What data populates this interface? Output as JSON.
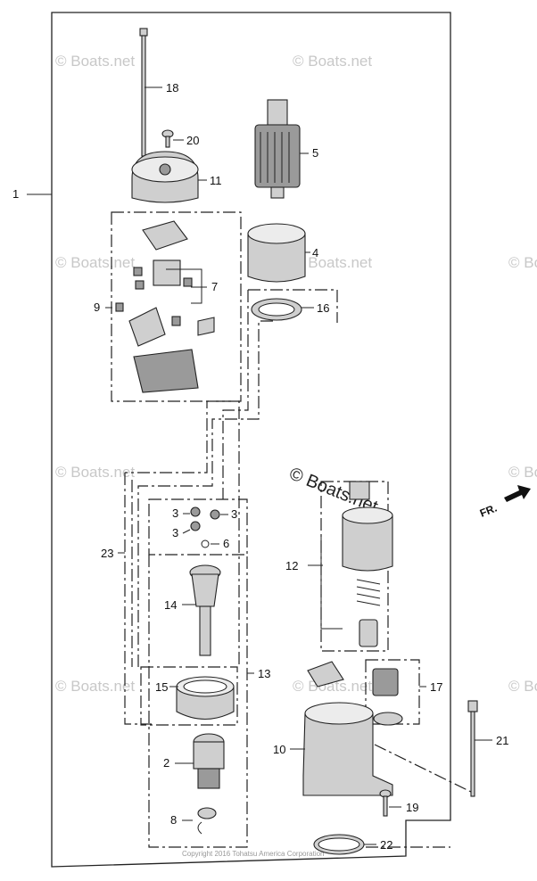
{
  "watermark": {
    "text": "© Boats.net",
    "copyright": "Copyright 2016 Tohatsu America Corporation"
  },
  "direction_label": "FR.",
  "callouts": {
    "c1": "1",
    "c2": "2",
    "c3a": "3",
    "c3b": "3",
    "c3c": "3",
    "c4": "4",
    "c5": "5",
    "c6": "6",
    "c7": "7",
    "c8": "8",
    "c9": "9",
    "c10": "10",
    "c11": "11",
    "c12": "12",
    "c13": "13",
    "c14": "14",
    "c15": "15",
    "c16": "16",
    "c17": "17",
    "c18": "18",
    "c19": "19",
    "c20": "20",
    "c21": "21",
    "c22": "22",
    "c23": "23"
  },
  "colors": {
    "line": "#222222",
    "part_fill": "#cfcfcf",
    "watermark": "#c8c8c8"
  }
}
